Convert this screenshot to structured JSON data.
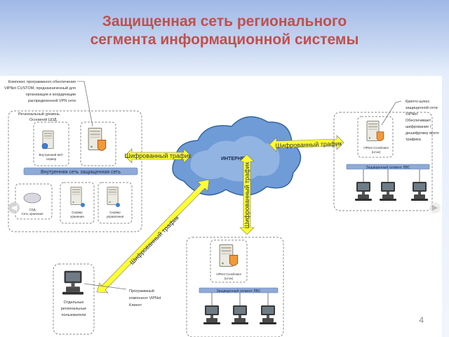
{
  "slide": {
    "title_line1": "Защищенная сеть регионального",
    "title_line2": "сегмента информационной системы",
    "page_number": "4"
  },
  "central_office": {
    "vpn_callout": [
      "Комплекс программного обеспечения",
      "ViPNet CUSTOM, предназначенный для",
      "организации и координации",
      "распределенной VPN сети"
    ],
    "zone_label": [
      "Региональный уровень",
      "Основной ЦОД"
    ],
    "web_server": [
      "Внутренний веб-",
      "сервер"
    ],
    "internal_network": "Внутренняя сеть защищенная сеть",
    "storage": [
      "СХД",
      "Сеть хранения"
    ],
    "storage_server": [
      "Сервер",
      "хранения"
    ],
    "mgmt_server": [
      "Сервер",
      "управления"
    ]
  },
  "internet": {
    "label": "ИНТЕРНЕТ"
  },
  "traffic": {
    "label": "Шифрованный трафик"
  },
  "right_branch": {
    "crypto_callout": [
      "Крипто-шлюз",
      "защищенной сети",
      "ViPNet",
      "Обеспечивает",
      "шифрование /",
      "дешифровку всего",
      "трафика"
    ],
    "coordinator": [
      "ViPNet Coordinator",
      "(Linux)"
    ],
    "segment": "Защищенный сегмент ЛВС"
  },
  "bottom_branch": {
    "coordinator": [
      "ViPNet Coordinator",
      "(Linux)"
    ],
    "segment": "Защищенный сегмент ЛВС"
  },
  "remote_users": {
    "label": [
      "Отдельные",
      "региональные",
      "пользователи"
    ],
    "client_callout": [
      "Программный",
      "компонент ViPNet",
      "Клиент"
    ]
  }
}
